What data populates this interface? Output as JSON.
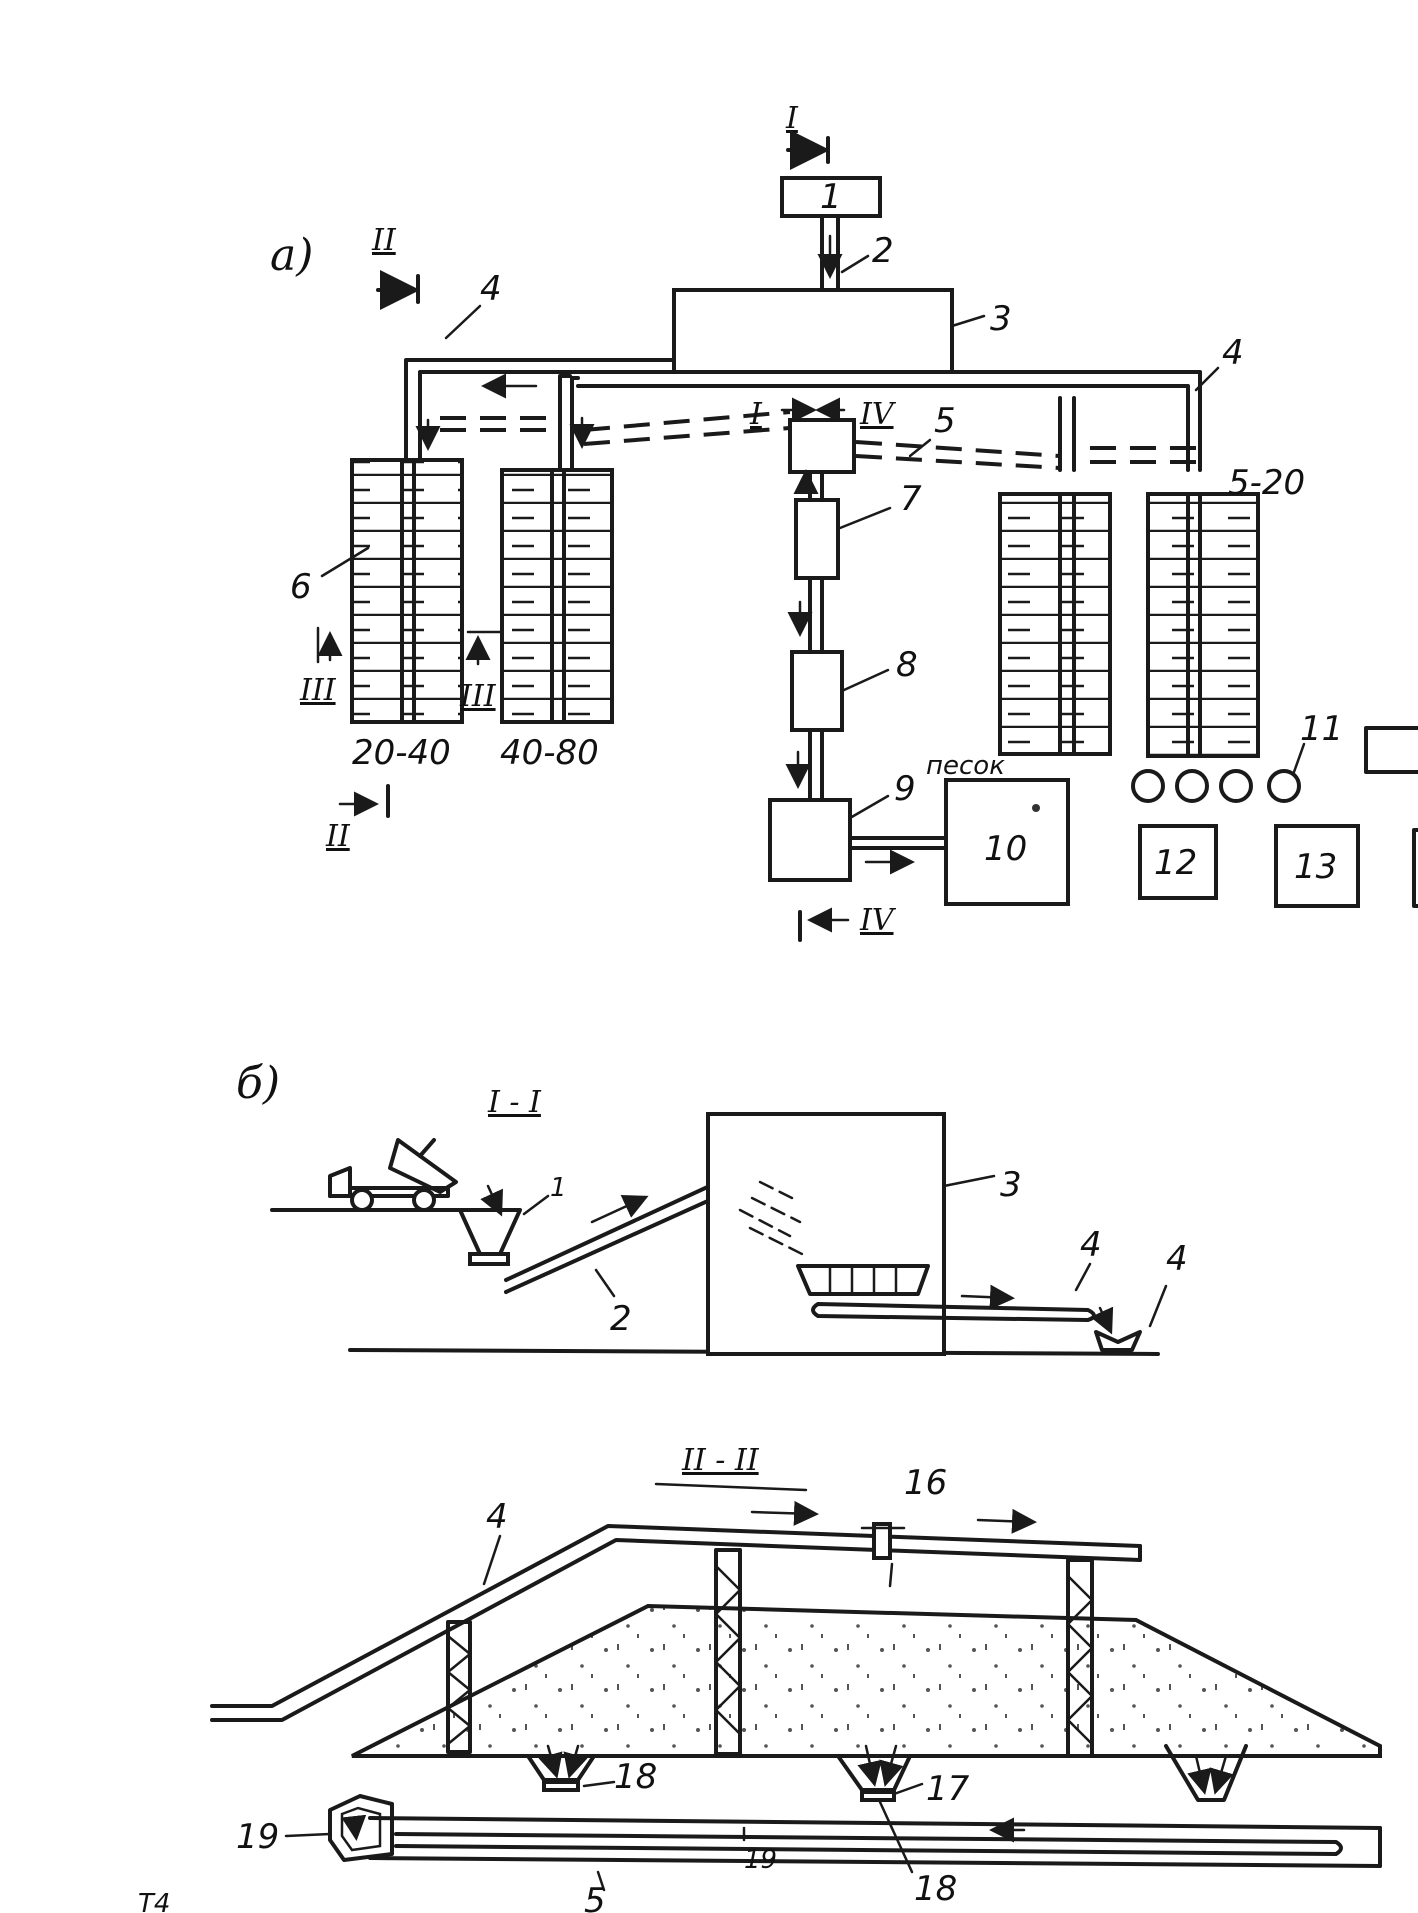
{
  "panel_a": {
    "letter": "а)",
    "section_marks": {
      "I": "I",
      "II": "II",
      "III": "III",
      "IV": "IV"
    },
    "numbers": {
      "n1": "1",
      "n2": "2",
      "n3": "3",
      "n4": "4",
      "n5": "5",
      "n6": "6",
      "n7": "7",
      "n8": "8",
      "n9": "9",
      "n10": "10",
      "n11": "11",
      "n12": "12",
      "n13": "13"
    },
    "fractions": {
      "f1": "20-40",
      "f2": "40-80",
      "f3": "5-20"
    },
    "sand_label": "песок"
  },
  "panel_b": {
    "letter": "б)",
    "section_I": "I - I",
    "numbers": {
      "n1": "1",
      "n2": "2",
      "n3": "3",
      "n4a": "4",
      "n4b": "4"
    }
  },
  "panel_c": {
    "section_II": "II - II",
    "numbers": {
      "n4": "4",
      "n5": "5",
      "n16": "16",
      "n17": "17",
      "n18a": "18",
      "n18b": "18",
      "n19a": "19",
      "n19b": "19"
    }
  },
  "corner_mark": "T4"
}
